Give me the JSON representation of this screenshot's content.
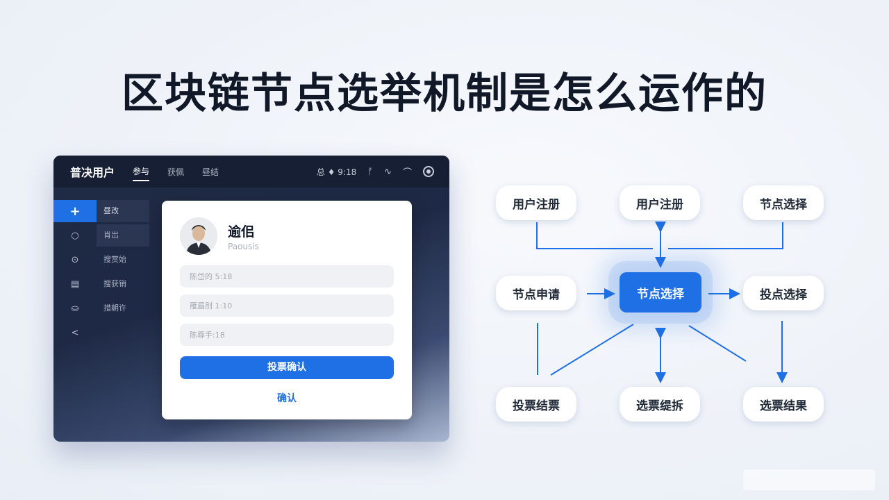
{
  "page_title": "区块链节点选举机制是怎么运作的",
  "app": {
    "name": "普决用户",
    "tabs": [
      {
        "label": "参与",
        "active": true
      },
      {
        "label": "获佩",
        "active": false
      },
      {
        "label": "昼结",
        "active": false
      }
    ],
    "header_status": "总 ♦ 9:18",
    "sidebar": [
      {
        "icon": "plus-icon",
        "glyph": "+",
        "label": "昼改",
        "active": true
      },
      {
        "icon": "circle-icon",
        "glyph": "○",
        "label": "肖岀"
      },
      {
        "icon": "target-icon",
        "glyph": "⊙",
        "label": "搜赏始"
      },
      {
        "icon": "database-icon",
        "glyph": "▤",
        "label": "搜获销"
      },
      {
        "icon": "archive-icon",
        "glyph": "⛀",
        "label": "措朝许"
      },
      {
        "icon": "back-icon",
        "glyph": "<",
        "label": ""
      }
    ],
    "profile": {
      "name": "逾佀",
      "role": "Paousis"
    },
    "fields": [
      {
        "placeholder": "陈岱的 5:18"
      },
      {
        "placeholder": "雁眉刖 1:10"
      },
      {
        "placeholder": "陈辱手:18"
      }
    ],
    "primary_button": "投票确认",
    "link_button": "确认"
  },
  "diagram": {
    "nodes": {
      "top_left": "用户注册",
      "top_mid": "用户注册",
      "top_right": "节点选择",
      "mid_left": "节点申请",
      "center": "节点选择",
      "mid_right": "投点选择",
      "bot_left": "投票结票",
      "bot_mid": "选票缇拆",
      "bot_right": "选票结果"
    },
    "accent_color": "#1f6fe5"
  }
}
